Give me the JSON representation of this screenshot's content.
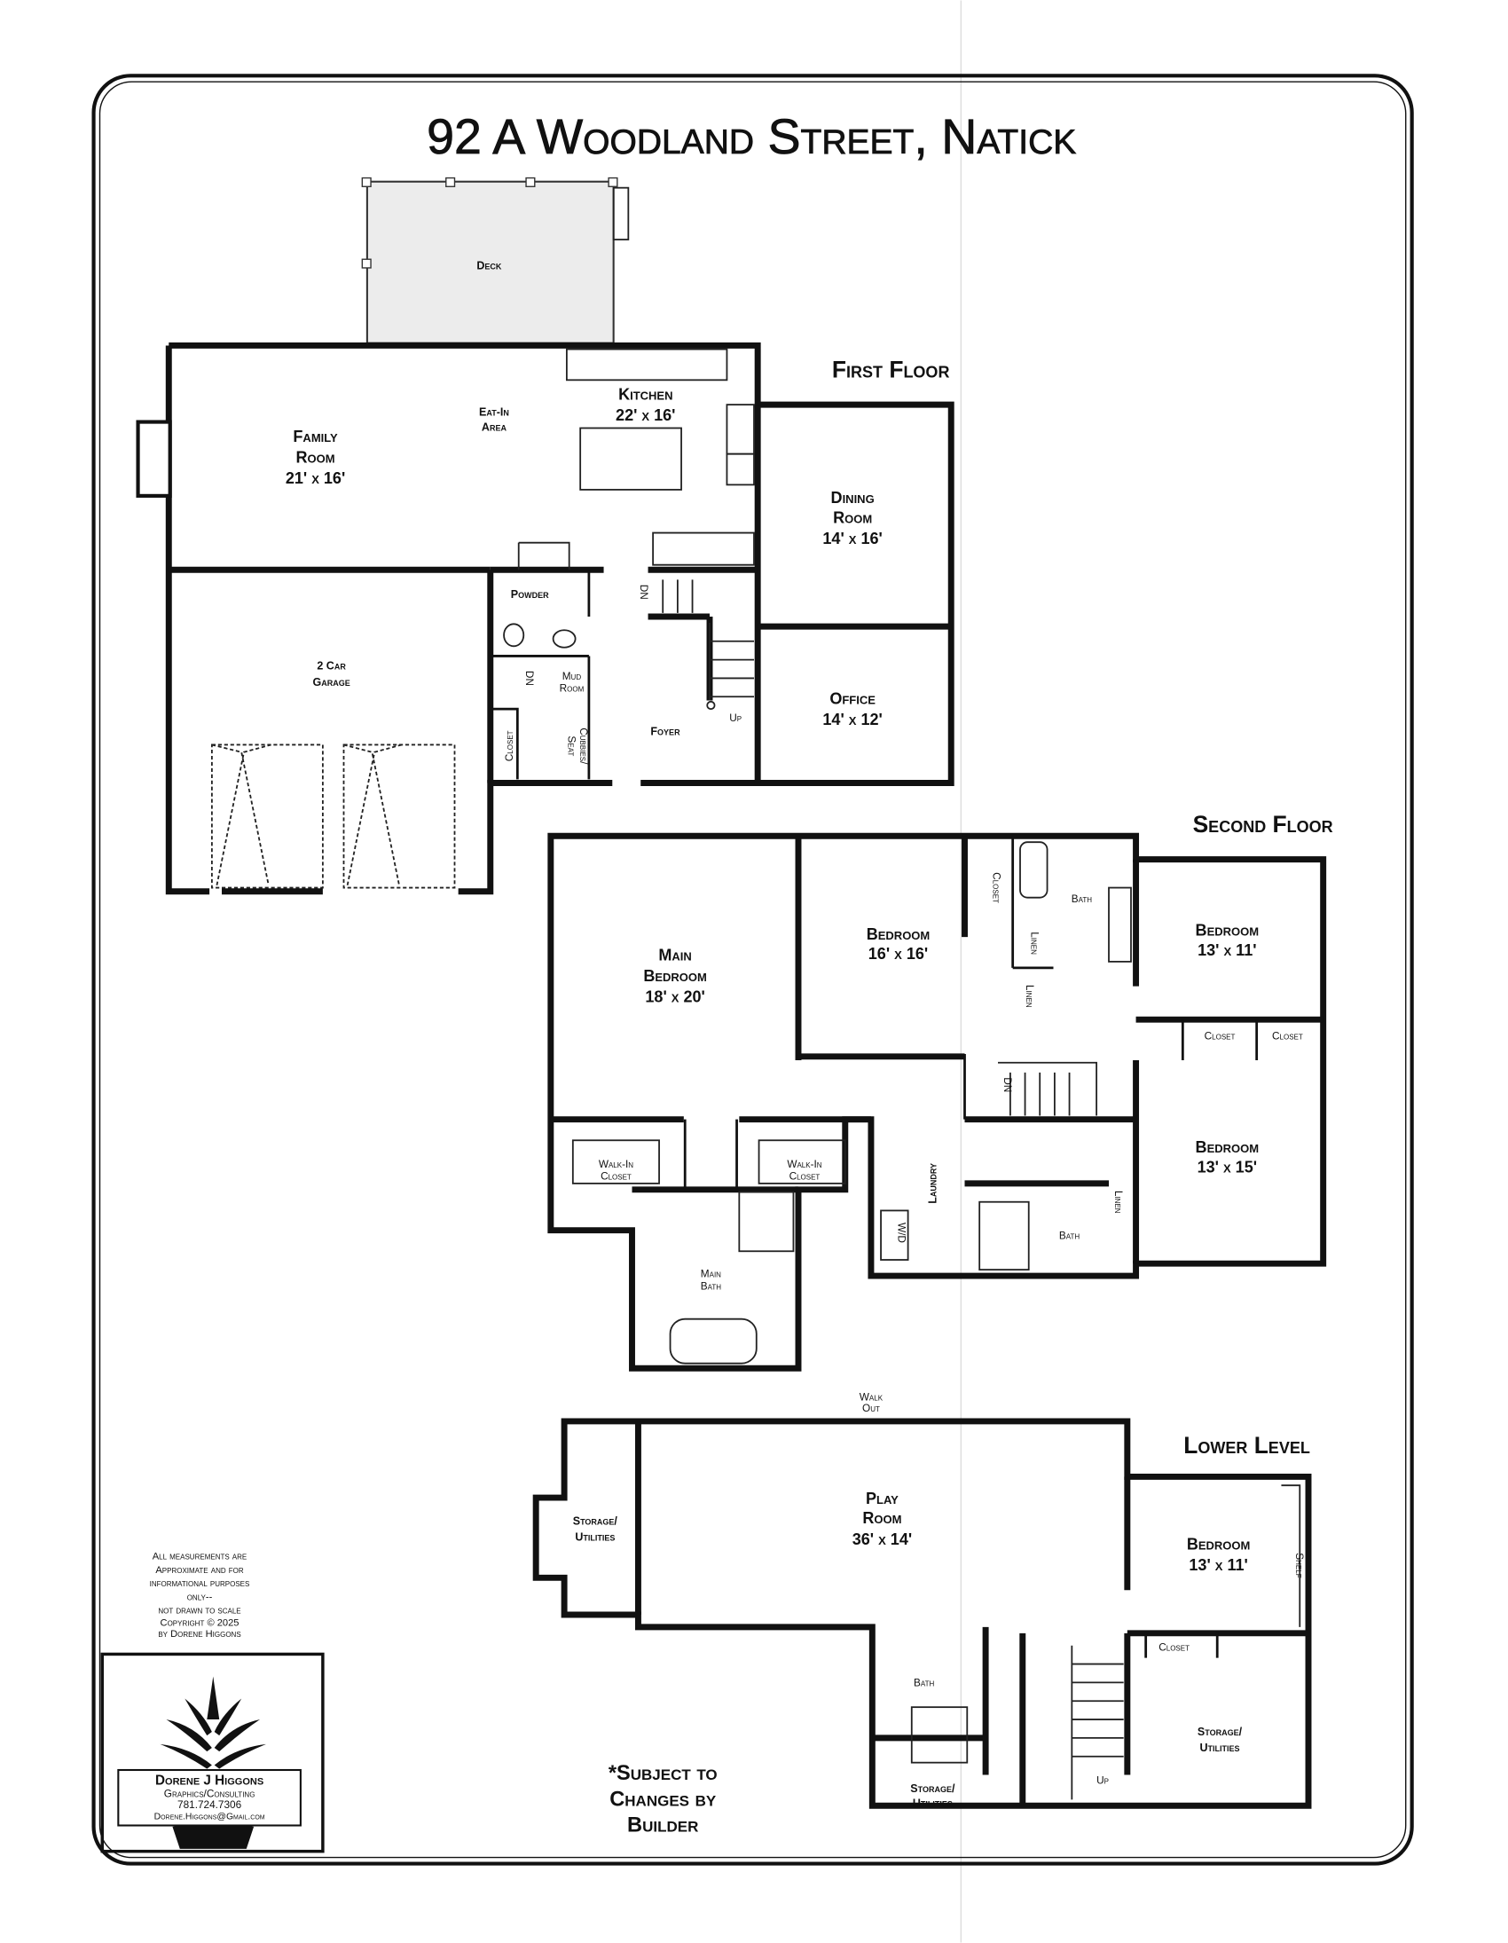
{
  "title": "92 A Woodland Street, Natick",
  "first_floor": {
    "heading": "First Floor",
    "deck": "Deck",
    "family_room": [
      "Family",
      "Room",
      "21' x 16'"
    ],
    "eat_in": [
      "Eat-In",
      "Area"
    ],
    "kitchen": [
      "Kitchen",
      "22' x 16'"
    ],
    "dining": [
      "Dining",
      "Room",
      "14' x 16'"
    ],
    "office": [
      "Office",
      "14' x 12'"
    ],
    "garage": [
      "2 Car",
      "Garage"
    ],
    "powder": "Powder",
    "mud_room": [
      "Mud",
      "Room"
    ],
    "foyer": "Foyer",
    "closet": "Closet",
    "cubbies": [
      "Cubbies/",
      "Seat"
    ],
    "dn1": "DN",
    "dn2": "DN",
    "up": "Up"
  },
  "second_floor": {
    "heading": "Second Floor",
    "main_bedroom": [
      "Main",
      "Bedroom",
      "18' x 20'"
    ],
    "bedroom_a": [
      "Bedroom",
      "16' x 16'"
    ],
    "closet_a": "Closet",
    "bath_a": "Bath",
    "linen_a": "Linen",
    "linen_b": "Linen",
    "bedroom_b": [
      "Bedroom",
      "13' x 11'"
    ],
    "closet_b": "Closet",
    "closet_c": "Closet",
    "bedroom_c": [
      "Bedroom",
      "13' x 15'"
    ],
    "walkin_left": [
      "Walk-In",
      "Closet"
    ],
    "walkin_right": [
      "Walk-In",
      "Closet"
    ],
    "main_bath": [
      "Main",
      "Bath"
    ],
    "laundry": "Laundry",
    "wd": "W/D",
    "bath_b": "Bath",
    "linen_c": "Linen",
    "dn": "DN"
  },
  "lower_level": {
    "heading": "Lower Level",
    "walk_out": [
      "Walk",
      "Out"
    ],
    "play_room": [
      "Play",
      "Room",
      "36' x 14'"
    ],
    "storage_left": [
      "Storage/",
      "Utilities"
    ],
    "bedroom": [
      "Bedroom",
      "13' x 11'"
    ],
    "shelf": "Shelf",
    "closet": "Closet",
    "storage_right": [
      "Storage/",
      "Utilities"
    ],
    "bath": "Bath",
    "storage_bath": [
      "Storage/",
      "Utilities"
    ],
    "up": "Up"
  },
  "notes": [
    "All measurements are",
    "Approximate and for",
    "informational purposes",
    "only--",
    "not drawn to scale",
    "Copyright © 2025",
    "by Dorene Higgons"
  ],
  "disclaimer": [
    "*Subject to",
    "Changes by",
    "Builder"
  ],
  "logo": {
    "name": "Dorene J Higgons",
    "line2": "Graphics/Consulting",
    "phone": "781.724.7306",
    "email": "Dorene.Higgons@Gmail.com"
  }
}
